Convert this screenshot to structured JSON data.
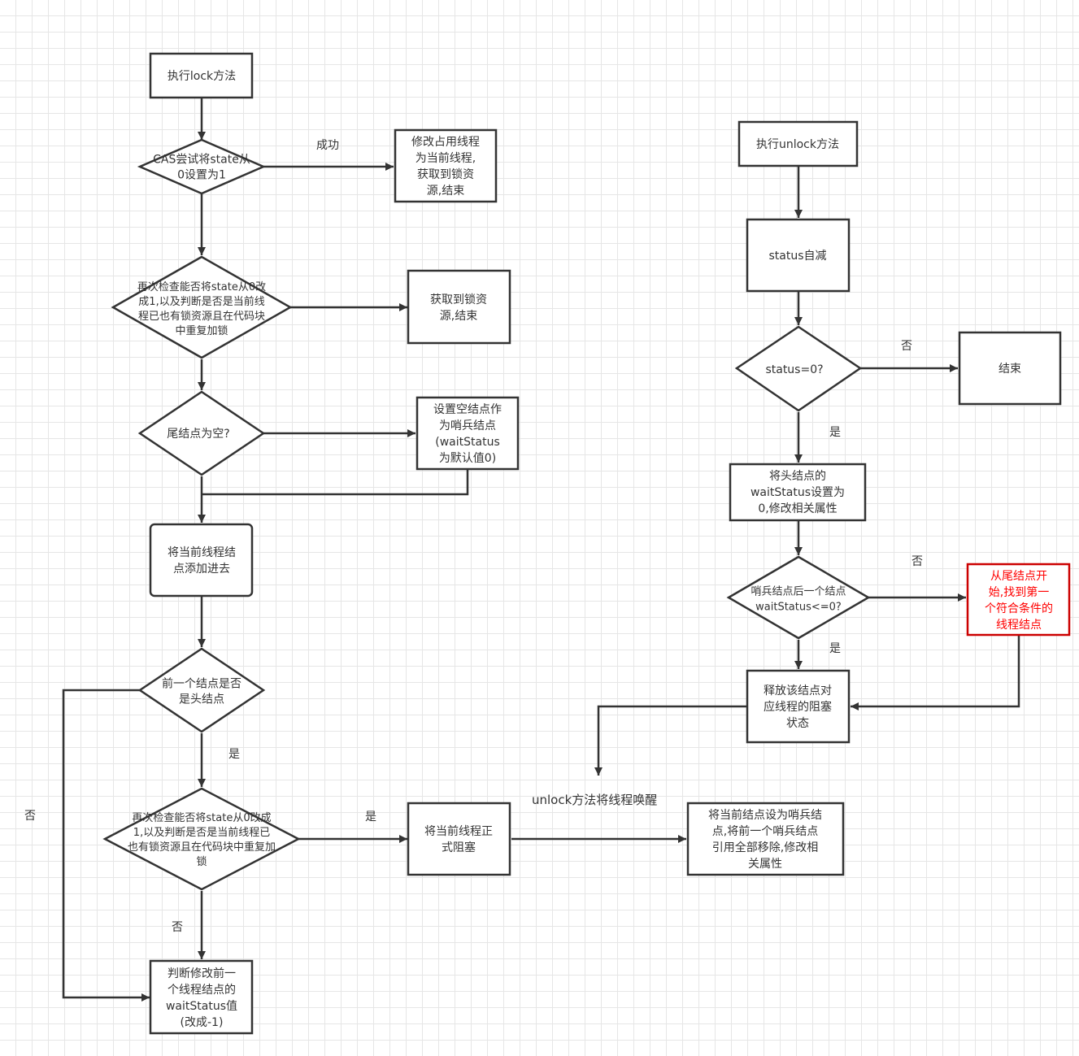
{
  "nodes": {
    "lock_start": {
      "lines": [
        "执行lock方法"
      ]
    },
    "cas_try": {
      "lines": [
        "CAS尝试将state从",
        "0设置为1"
      ]
    },
    "cas_success": {
      "lines": [
        "修改占用线程",
        "为当前线程,",
        "获取到锁资",
        "源,结束"
      ]
    },
    "recheck1": {
      "lines": [
        "再次检查能否将state从0改",
        "成1,以及判断是否是当前线",
        "程已也有锁资源且在代码块",
        "中重复加锁"
      ]
    },
    "got_lock": {
      "lines": [
        "获取到锁资",
        "源,结束"
      ]
    },
    "tail_empty": {
      "lines": [
        "尾结点为空?"
      ]
    },
    "set_sentinel": {
      "lines": [
        "设置空结点作",
        "为哨兵结点",
        "(waitStatus",
        "为默认值0)"
      ]
    },
    "add_node": {
      "lines": [
        "将当前线程结",
        "点添加进去"
      ]
    },
    "prev_is_head": {
      "lines": [
        "前一个结点是否",
        "是头结点"
      ]
    },
    "recheck2": {
      "lines": [
        "再次检查能否将state从0改成",
        "1,以及判断是否是当前线程已",
        "也有锁资源且在代码块中重复加",
        "锁"
      ]
    },
    "block": {
      "lines": [
        "将当前线程正",
        "式阻塞"
      ]
    },
    "set_head": {
      "lines": [
        "将当前结点设为哨兵结",
        "点,将前一个哨兵结点",
        "引用全部移除,修改相",
        "关属性"
      ]
    },
    "modify_ws": {
      "lines": [
        "判断修改前一",
        "个线程结点的",
        "waitStatus值",
        "(改成-1)"
      ]
    },
    "unlock_start": {
      "lines": [
        "执行unlock方法"
      ]
    },
    "status_dec": {
      "lines": [
        "status自减"
      ]
    },
    "status_zero": {
      "lines": [
        "status=0?"
      ]
    },
    "end": {
      "lines": [
        "结束"
      ]
    },
    "set_head_ws": {
      "lines": [
        "将头结点的",
        "waitStatus设置为",
        "0,修改相关属性"
      ]
    },
    "sentinel_next": {
      "lines": [
        "哨兵结点后一个结点",
        "waitStatus<=0?"
      ]
    },
    "from_tail": {
      "lines": [
        "从尾结点开",
        "始,找到第一",
        "个符合条件的",
        "线程结点"
      ]
    },
    "release": {
      "lines": [
        "释放该结点对",
        "应线程的阻塞",
        "状态"
      ]
    }
  },
  "edge_labels": {
    "success": "成功",
    "no_status": "否",
    "yes_status": "是",
    "no_sentinel": "否",
    "yes_sentinel": "是",
    "yes_prev": "是",
    "no_prev": "否",
    "yes_recheck2": "是",
    "no_recheck2": "否",
    "unlock_wake": "unlock方法将线程唤醒"
  },
  "colors": {
    "stroke": "#333333",
    "text": "#333333",
    "highlight_text": "#ff0000",
    "highlight_stroke": "#cc0000",
    "grid": "#e6e6e6"
  }
}
